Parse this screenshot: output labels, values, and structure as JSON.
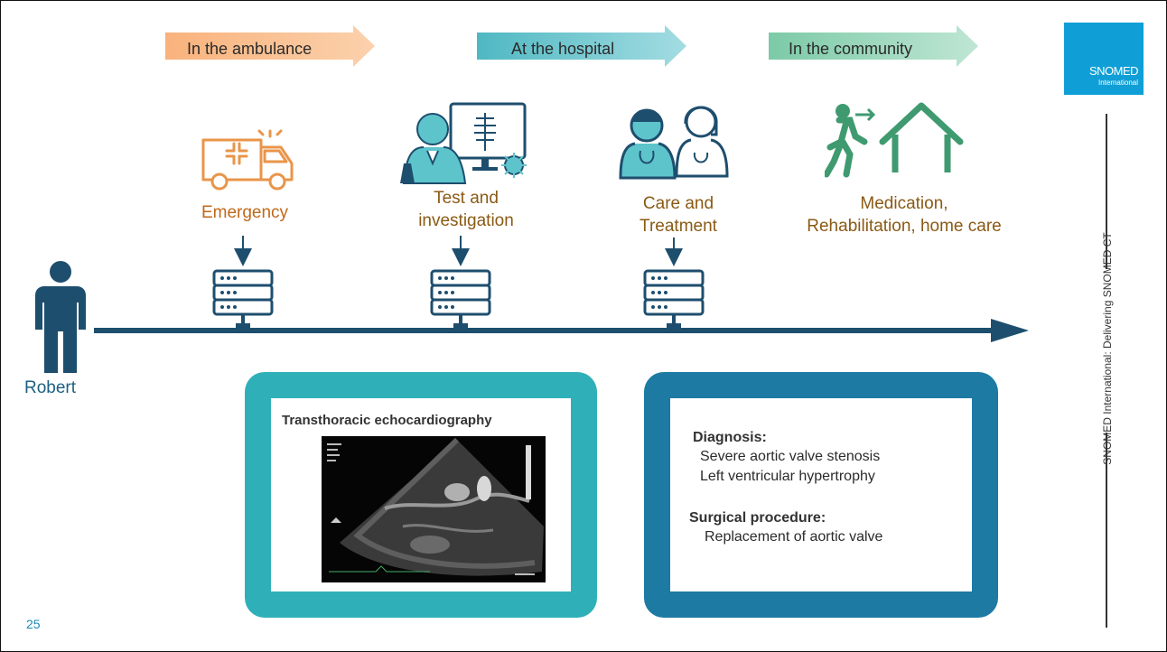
{
  "phases": {
    "ambulance": "In the ambulance",
    "hospital": "At the hospital",
    "community": "In the community"
  },
  "logo": {
    "line1": "SNOMED",
    "line2": "International"
  },
  "stages": {
    "emergency": "Emergency",
    "test_line1": "Test and",
    "test_line2": "investigation",
    "care_line1": "Care and",
    "care_line2": "Treatment",
    "medication_line1": "Medication,",
    "medication_line2": "Rehabilitation, home care"
  },
  "patient": {
    "name": "Robert"
  },
  "echo_panel": {
    "title": "Transthoracic echocardiography"
  },
  "diagnosis_panel": {
    "diagnosis_heading": "Diagnosis:",
    "diagnosis_items": [
      "Severe aortic valve stenosis",
      "Left ventricular hypertrophy"
    ],
    "procedure_heading": "Surgical procedure:",
    "procedure_items": [
      "Replacement of aortic valve"
    ]
  },
  "footer": {
    "page_number": "25",
    "vertical_caption": "SNOMED International:  Delivering SNOMED CT"
  },
  "colors": {
    "orange_arrow": "#f9c08f",
    "teal_arrow": "#6cc5ce",
    "green_arrow": "#92d1b4",
    "navy": "#1e4e6e",
    "echo_panel": "#2fb0b8",
    "diag_panel": "#1d7aa3",
    "logo_bg": "#0f9fd6"
  }
}
